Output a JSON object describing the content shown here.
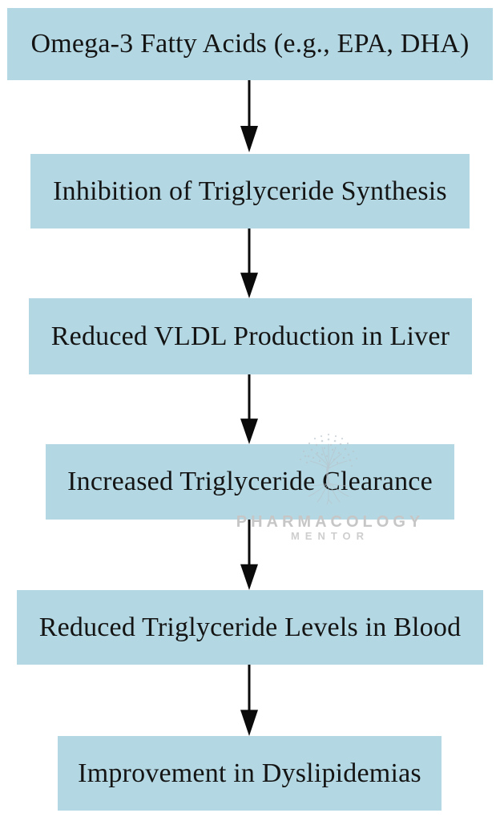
{
  "flowchart": {
    "type": "flowchart",
    "direction": "top-down",
    "nodes": [
      {
        "id": "omega3",
        "label": "Omega-3 Fatty Acids (e.g., EPA, DHA)"
      },
      {
        "id": "inhibition",
        "label": "Inhibition of Triglyceride Synthesis"
      },
      {
        "id": "vldl",
        "label": "Reduced VLDL Production in Liver"
      },
      {
        "id": "clearance",
        "label": "Increased Triglyceride Clearance"
      },
      {
        "id": "tg-levels",
        "label": "Reduced Triglyceride Levels in Blood"
      },
      {
        "id": "improvement",
        "label": "Improvement in Dyslipidemias"
      }
    ],
    "edges": [
      {
        "from": "omega3",
        "to": "inhibition"
      },
      {
        "from": "inhibition",
        "to": "vldl"
      },
      {
        "from": "vldl",
        "to": "clearance"
      },
      {
        "from": "clearance",
        "to": "tg-levels"
      },
      {
        "from": "tg-levels",
        "to": "improvement"
      }
    ],
    "colors": {
      "background": "#ffffff",
      "node_fill": "#b4d8e3",
      "node_text": "#141414",
      "arrow": "#0b0b0b",
      "watermark_gray": "#c6c6c6"
    },
    "watermark": {
      "icon": "tree-of-life-icon",
      "line1": "PHARMACOLOGY",
      "line2": "MENTOR"
    }
  }
}
